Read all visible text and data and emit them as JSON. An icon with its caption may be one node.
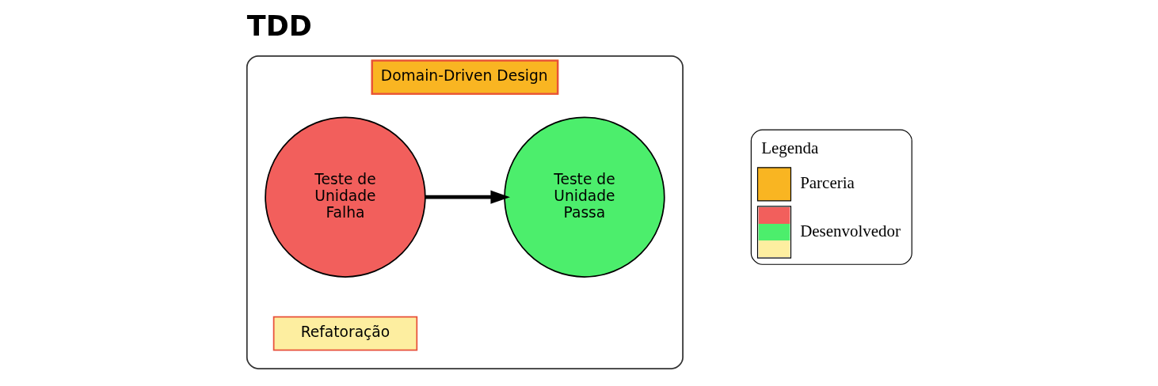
{
  "diagram": {
    "title": "TDD",
    "nodes": [
      {
        "text": [
          "Domain-Driven Design"
        ]
      },
      {
        "text": [
          "Teste de Unidade Falha"
        ],
        "in": 0
      },
      {
        "text": [
          "Teste de Unidade Passa"
        ],
        "in": 0
      },
      {
        "text": [
          "Refatoração"
        ],
        "in": 0
      }
    ],
    "edges": [
      {
        "from": 1,
        "to": 2,
        "arrow": "to"
      }
    ],
    "labels": [
      "Legenda"
    ],
    "legend": [
      {
        "text": "Parceria",
        "color": "#f9b522"
      },
      {
        "text": "Desenvolvedor"
      }
    ]
  }
}
